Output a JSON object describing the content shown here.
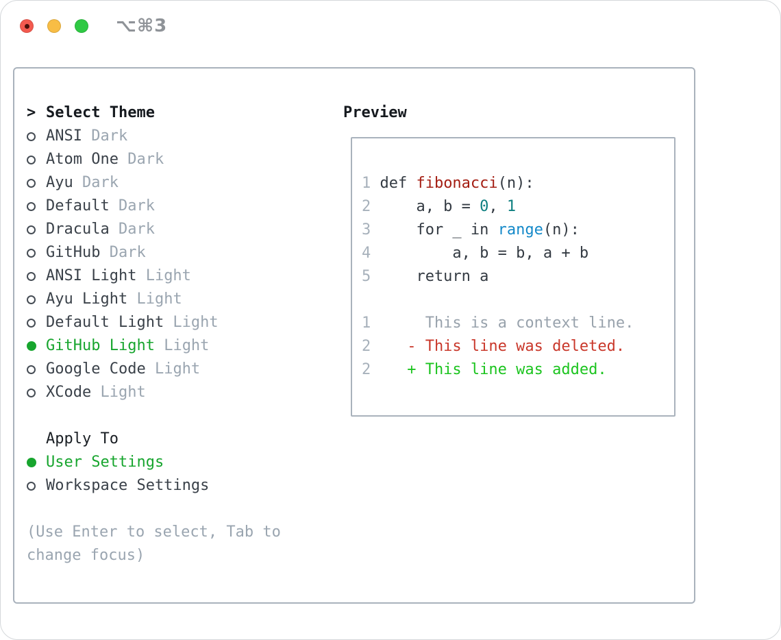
{
  "window": {
    "title": "⌥⌘3"
  },
  "titlebar_buttons": [
    {
      "name": "close-button",
      "color": "#f35a4f"
    },
    {
      "name": "minimize-button",
      "color": "#f8bd45"
    },
    {
      "name": "zoom-button",
      "color": "#2fc944"
    }
  ],
  "colors": {
    "text_primary": "#15191e",
    "text_item": "#3a4149",
    "text_muted": "#9aa5b0",
    "line_number": "#a7b1bb",
    "selection_green": "#17a52e",
    "added_green": "#1cc41f",
    "deleted_red": "#c9372a",
    "function_red": "#a41e13",
    "number_teal": "#0e7f80",
    "builtin_blue": "#1489c9",
    "code_base": "#333a42",
    "context_gray": "#98a2ac",
    "border": "#a9b2bc",
    "titlebar_text": "#8f9398"
  },
  "theme_panel": {
    "header_prefix": ">",
    "header": "Select Theme",
    "items": [
      {
        "name": "ANSI",
        "variant": "Dark",
        "selected": false
      },
      {
        "name": "Atom One",
        "variant": "Dark",
        "selected": false
      },
      {
        "name": "Ayu",
        "variant": "Dark",
        "selected": false
      },
      {
        "name": "Default",
        "variant": "Dark",
        "selected": false
      },
      {
        "name": "Dracula",
        "variant": "Dark",
        "selected": false
      },
      {
        "name": "GitHub",
        "variant": "Dark",
        "selected": false
      },
      {
        "name": "ANSI Light",
        "variant": "Light",
        "selected": false
      },
      {
        "name": "Ayu Light",
        "variant": "Light",
        "selected": false
      },
      {
        "name": "Default Light",
        "variant": "Light",
        "selected": false
      },
      {
        "name": "GitHub Light",
        "variant": "Light",
        "selected": true
      },
      {
        "name": "Google Code",
        "variant": "Light",
        "selected": false
      },
      {
        "name": "XCode",
        "variant": "Light",
        "selected": false
      }
    ],
    "apply_to": {
      "header": "Apply To",
      "items": [
        {
          "name": "User Settings",
          "selected": true
        },
        {
          "name": "Workspace Settings",
          "selected": false
        }
      ]
    },
    "hint_lines": [
      "(Use Enter to select, Tab to",
      "change focus)"
    ]
  },
  "preview": {
    "header": "Preview",
    "lines": [
      {
        "num": "1",
        "segments": [
          {
            "text": "def ",
            "c": "base"
          },
          {
            "text": "fibonacci",
            "c": "function"
          },
          {
            "text": "(n):",
            "c": "base"
          }
        ]
      },
      {
        "num": "2",
        "segments": [
          {
            "text": "    a, b = ",
            "c": "base"
          },
          {
            "text": "0",
            "c": "number"
          },
          {
            "text": ", ",
            "c": "base"
          },
          {
            "text": "1",
            "c": "number"
          }
        ]
      },
      {
        "num": "3",
        "segments": [
          {
            "text": "    for _ in ",
            "c": "base"
          },
          {
            "text": "range",
            "c": "builtin"
          },
          {
            "text": "(n):",
            "c": "base"
          }
        ]
      },
      {
        "num": "4",
        "segments": [
          {
            "text": "        a, b = b, a + b",
            "c": "base"
          }
        ]
      },
      {
        "num": "5",
        "segments": [
          {
            "text": "    return a",
            "c": "base"
          }
        ]
      },
      {
        "num": "",
        "segments": []
      },
      {
        "num": "1",
        "segments": [
          {
            "text": "     This is a context line.",
            "c": "context"
          }
        ]
      },
      {
        "num": "2",
        "segments": [
          {
            "text": "   - This line was deleted.",
            "c": "deleted"
          }
        ]
      },
      {
        "num": "2",
        "segments": [
          {
            "text": "   + This line was added.",
            "c": "added"
          }
        ]
      }
    ]
  }
}
